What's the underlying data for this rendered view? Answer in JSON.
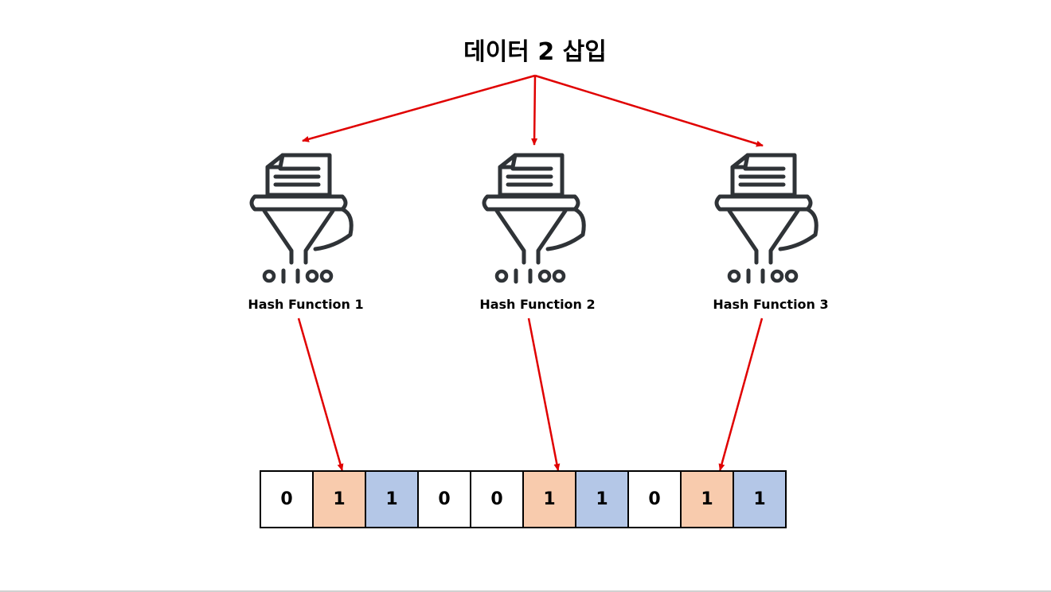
{
  "title": "데이터 2 삽입",
  "hash_functions": [
    {
      "label": "Hash Function 1",
      "icon": "hash-funnel-icon",
      "icon_bits": "01100"
    },
    {
      "label": "Hash Function 2",
      "icon": "hash-funnel-icon",
      "icon_bits": "01100"
    },
    {
      "label": "Hash Function 3",
      "icon": "hash-funnel-icon",
      "icon_bits": "01100"
    }
  ],
  "bit_array": [
    {
      "value": "0",
      "highlight": "none"
    },
    {
      "value": "1",
      "highlight": "new"
    },
    {
      "value": "1",
      "highlight": "existing"
    },
    {
      "value": "0",
      "highlight": "none"
    },
    {
      "value": "0",
      "highlight": "none"
    },
    {
      "value": "1",
      "highlight": "new"
    },
    {
      "value": "1",
      "highlight": "existing"
    },
    {
      "value": "0",
      "highlight": "none"
    },
    {
      "value": "1",
      "highlight": "new"
    },
    {
      "value": "1",
      "highlight": "existing"
    }
  ],
  "colors": {
    "arrow": "#e00000",
    "new": "#f8cbad",
    "existing": "#b4c7e7",
    "none": "#ffffff",
    "icon": "#2f3337"
  }
}
